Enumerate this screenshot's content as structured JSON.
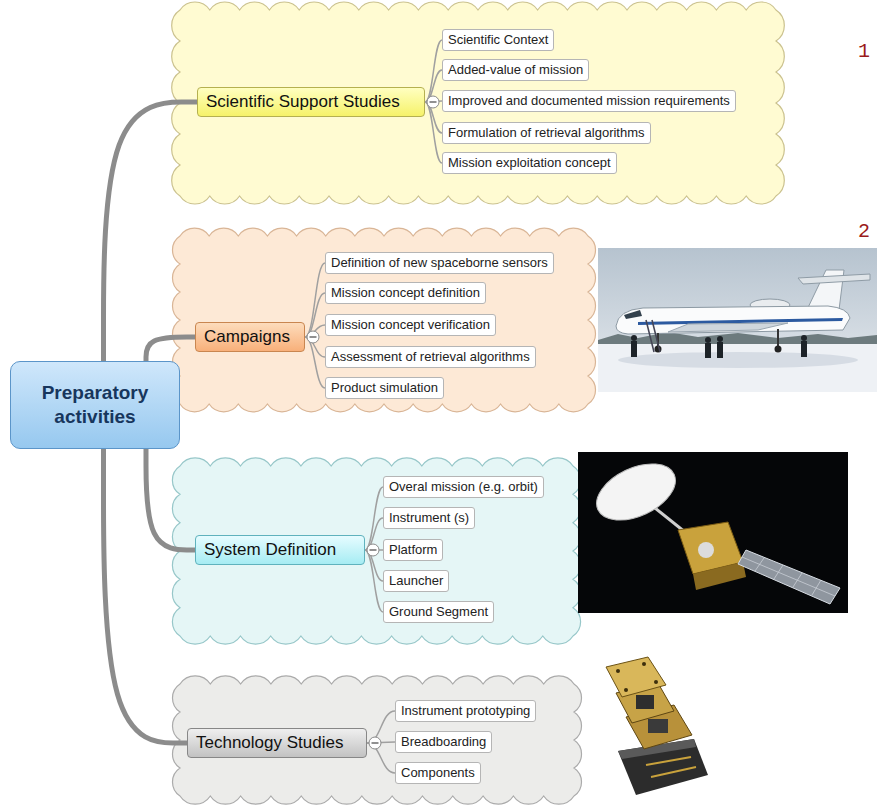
{
  "diagram": {
    "nodes": [
      {
        "text": [
          "Preparatory activities"
        ]
      },
      {
        "text": [
          "Scientific Support Studies"
        ]
      },
      {
        "text": [
          "Scientific Context"
        ]
      },
      {
        "text": [
          "Added-value of mission"
        ]
      },
      {
        "text": [
          "Improved and documented mission requirements"
        ]
      },
      {
        "text": [
          "Formulation of retrieval algorithms"
        ]
      },
      {
        "text": [
          "Mission exploitation concept"
        ]
      },
      {
        "text": [
          "Campaigns"
        ]
      },
      {
        "text": [
          "Definition of new spaceborne sensors"
        ]
      },
      {
        "text": [
          "Mission concept definition"
        ]
      },
      {
        "text": [
          "Mission concept verification"
        ]
      },
      {
        "text": [
          "Assessment of retrieval algorithms"
        ]
      },
      {
        "text": [
          "Product simulation"
        ]
      },
      {
        "text": [
          "System Definition"
        ]
      },
      {
        "text": [
          "Overal mission (e.g. orbit)"
        ]
      },
      {
        "text": [
          "Instrument (s)"
        ]
      },
      {
        "text": [
          "Platform"
        ]
      },
      {
        "text": [
          "Launcher"
        ]
      },
      {
        "text": [
          "Ground Segment"
        ]
      },
      {
        "text": [
          "Technology Studies"
        ]
      },
      {
        "text": [
          "Instrument prototyping"
        ]
      },
      {
        "text": [
          "Breadboarding"
        ]
      },
      {
        "text": [
          "Components"
        ]
      }
    ],
    "edges": [
      {
        "from": 0,
        "to": 1,
        "arrow": "none"
      },
      {
        "from": 0,
        "to": 7,
        "arrow": "none"
      },
      {
        "from": 0,
        "to": 13,
        "arrow": "none"
      },
      {
        "from": 0,
        "to": 19,
        "arrow": "none"
      },
      {
        "from": 1,
        "to": 2,
        "arrow": "none"
      },
      {
        "from": 1,
        "to": 3,
        "arrow": "none"
      },
      {
        "from": 1,
        "to": 4,
        "arrow": "none"
      },
      {
        "from": 1,
        "to": 5,
        "arrow": "none"
      },
      {
        "from": 1,
        "to": 6,
        "arrow": "none"
      },
      {
        "from": 7,
        "to": 8,
        "arrow": "none"
      },
      {
        "from": 7,
        "to": 9,
        "arrow": "none"
      },
      {
        "from": 7,
        "to": 10,
        "arrow": "none"
      },
      {
        "from": 7,
        "to": 11,
        "arrow": "none"
      },
      {
        "from": 7,
        "to": 12,
        "arrow": "none"
      },
      {
        "from": 13,
        "to": 14,
        "arrow": "none"
      },
      {
        "from": 13,
        "to": 15,
        "arrow": "none"
      },
      {
        "from": 13,
        "to": 16,
        "arrow": "none"
      },
      {
        "from": 13,
        "to": 17,
        "arrow": "none"
      },
      {
        "from": 13,
        "to": 18,
        "arrow": "none"
      },
      {
        "from": 19,
        "to": 20,
        "arrow": "none"
      },
      {
        "from": 19,
        "to": 21,
        "arrow": "none"
      },
      {
        "from": 19,
        "to": 22,
        "arrow": "none"
      }
    ],
    "labels": [
      "1",
      "2"
    ]
  }
}
